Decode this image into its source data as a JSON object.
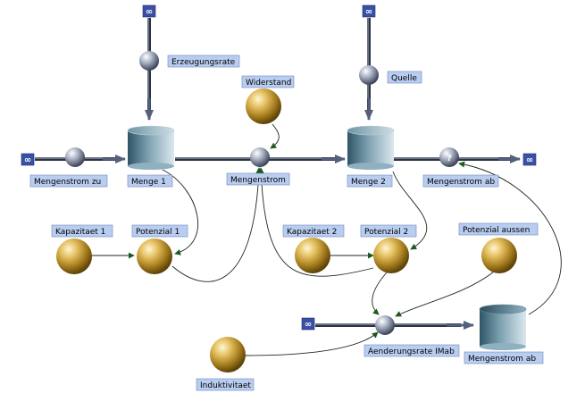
{
  "infinity_symbol": "∞",
  "unknown_symbol": "?",
  "labels": {
    "erzeugungsrate": "Erzeugungsrate",
    "widerstand": "Widerstand",
    "quelle": "Quelle",
    "mengenstrom_zu": "Mengenstrom zu",
    "menge_1": "Menge 1",
    "mengenstrom": "Mengenstrom",
    "menge_2": "Menge 2",
    "mengenstrom_ab_valve": "Mengenstrom ab",
    "kapazitaet_1": "Kapazitaet 1",
    "potenzial_1": "Potenzial 1",
    "kapazitaet_2": "Kapazitaet 2",
    "potenzial_2": "Potenzial 2",
    "potenzial_aussen": "Potenzial aussen",
    "aenderungsrate": "Aenderungsrate IMab",
    "mengenstrom_ab_stock": "Mengenstrom ab",
    "induktivitaet": "Induktivitaet"
  },
  "colors": {
    "label_fill": "#b9cdf0",
    "source_fill": "#3a50a6",
    "pipe": "#2b3345",
    "sphere_gold": "#c89a2c",
    "valve": "#8c96aa",
    "stock": "#3f6a7e"
  }
}
